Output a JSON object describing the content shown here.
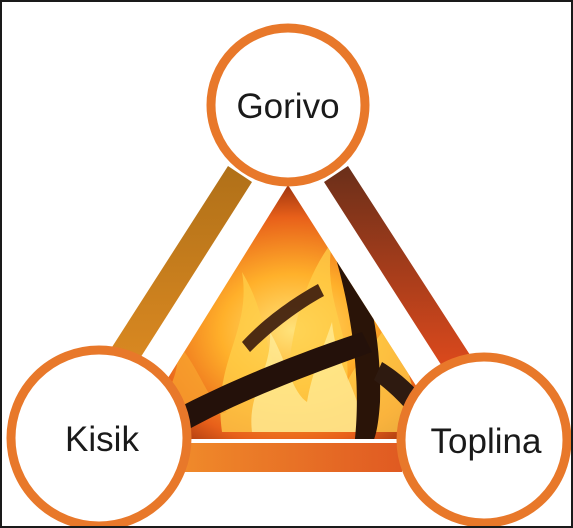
{
  "diagram": {
    "nodes": [
      {
        "id": "fuel",
        "label": "Gorivo"
      },
      {
        "id": "oxygen",
        "label": "Kisik"
      },
      {
        "id": "heat",
        "label": "Toplina"
      }
    ],
    "center_image": "fire-burning-logs",
    "colors": {
      "node_ring": "#e8782a",
      "node_fill": "#ffffff",
      "edge_left_top": "#b07018",
      "edge_left_bottom": "#dc8a22",
      "edge_right_top": "#6a2f1a",
      "edge_right_bottom": "#e04a1c",
      "edge_bottom_left": "#f08a2a",
      "edge_bottom_right": "#e05a22",
      "frame_border": "#1a1a1a"
    }
  }
}
